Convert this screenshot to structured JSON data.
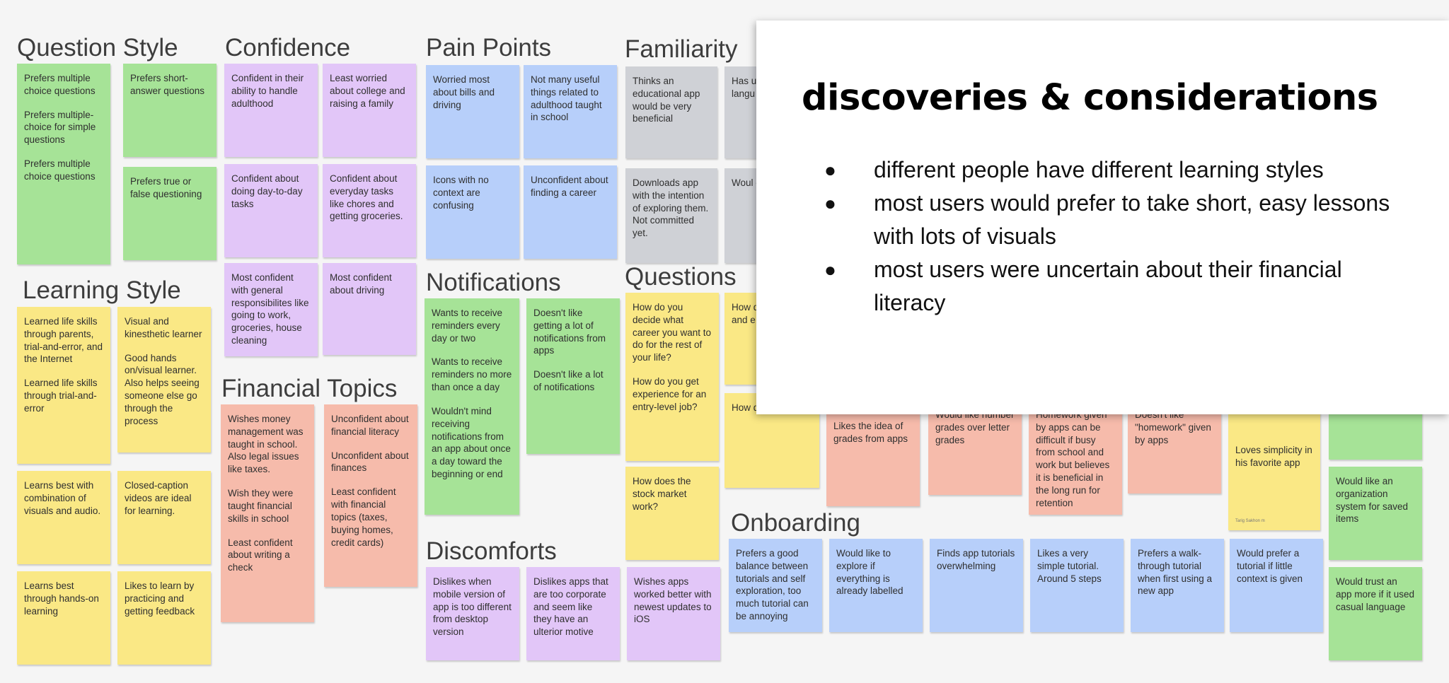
{
  "board": {
    "headings": {
      "question_style": "Question Style",
      "confidence": "Confidence",
      "pain_points": "Pain Points",
      "familiarity": "Familiarity",
      "learning_style": "Learning Style",
      "notifications": "Notifications",
      "questions": "Questions",
      "financial_topics": "Financial Topics",
      "discomforts": "Discomforts",
      "onboarding": "Onboarding"
    },
    "question_style": [
      [
        "Prefers multiple choice questions",
        "Prefers multiple-choice for simple questions",
        "Prefers multiple choice questions"
      ],
      [
        "Prefers short-answer questions"
      ],
      [
        "Prefers true or false questioning"
      ]
    ],
    "confidence": [
      [
        "Confident in their ability to handle adulthood"
      ],
      [
        "Least worried about college and raising a family"
      ],
      [
        "Confident about doing day-to-day tasks"
      ],
      [
        "Confident about everyday tasks like chores and getting groceries."
      ],
      [
        "Most confident with general responsibilites like going to work, groceries, house cleaning"
      ],
      [
        "Most confident about driving"
      ]
    ],
    "pain_points": [
      [
        "Worried most about bills and driving"
      ],
      [
        "Not many useful things related to adulthood taught in school"
      ],
      [
        "Icons with no context are confusing"
      ],
      [
        "Unconfident about finding a career"
      ]
    ],
    "familiarity": [
      [
        "Thinks an educational app would be very beneficial"
      ],
      [
        "Has u educ to lea langu"
      ],
      [
        "Downloads app with the intention of exploring them. Not committed yet."
      ],
      [
        "Woul educ felt g"
      ]
    ],
    "learning_style": [
      [
        "Learned life skills through parents, trial-and-error, and the Internet",
        "Learned life skills through trial-and-error"
      ],
      [
        "Visual and kinesthetic learner",
        "Good hands on/visual learner. Also helps seeing someone else go through the process"
      ],
      [
        "Learns best with combination of visuals and audio."
      ],
      [
        "Closed-caption videos are ideal for learning."
      ],
      [
        "Learns best through hands-on learning"
      ],
      [
        "Likes to learn by practicing and getting feedback"
      ]
    ],
    "notifications": [
      [
        "Wants to receive reminders every day or two",
        "Wants to receive reminders no more than once a day",
        "Wouldn't mind receiving notifications from an app about once a day toward the beginning or end"
      ],
      [
        "Doesn't like getting a lot of notifications from apps",
        "Doesn't like a lot of notifications"
      ]
    ],
    "questions": [
      [
        "How do you decide what career you want to do for the rest of your life?",
        "How do you get experience for an entry-level job?"
      ],
      [
        "How does the stock market work?"
      ],
      [
        "How d more globa and e"
      ],
      [
        "How d Roth IRA?"
      ]
    ],
    "financial_topics": [
      [
        "Wishes money management was taught in school. Also legal issues like taxes.",
        "Wish they were taught financial skills in school",
        "Least confident about writing a check"
      ],
      [
        "Unconfident about financial literacy",
        "Unconfident about finances",
        "Least confident with financial topics (taxes, buying homes, credit cards)"
      ]
    ],
    "discomforts": [
      [
        "Dislikes when mobile version of app is too different from desktop version"
      ],
      [
        "Dislikes apps that are too corporate and seem like they have an ulterior motive"
      ],
      [
        "Wishes apps worked better with newest updates to iOS"
      ]
    ],
    "middle_row": [
      [
        "Likes the idea of grades from apps"
      ],
      [
        "Would like number grades over letter grades"
      ],
      [
        "Homework given by apps can be difficult if busy from school and work but believes it is beneficial in the long run for retention"
      ],
      [
        "Doesn't like \"homework\" given by apps"
      ],
      [
        "Loves simplicity in his favorite app"
      ]
    ],
    "tiny_signature": "Tarig Sakhon m",
    "onboarding": [
      [
        "Prefers a good balance between tutorials and self exploration, too much tutorial can be annoying"
      ],
      [
        "Would like to explore if everything is already labelled"
      ],
      [
        "Finds app tutorials overwhelming"
      ],
      [
        "Likes a very simple tutorial. Around 5 steps"
      ],
      [
        "Prefers a walk-through tutorial when first using a new app"
      ],
      [
        "Would prefer a tutorial if little context is given"
      ]
    ],
    "right_column": [
      [
        "Would like an organization system for saved items"
      ],
      [
        "Would trust an app more if it used casual language"
      ]
    ]
  },
  "card": {
    "title": "discoveries & considerations",
    "bullet_symbol": "●",
    "bullets": [
      "different people have different learning styles",
      "most users would prefer to take short, easy lessons with lots of visuals",
      "most users were uncertain about their financial literacy"
    ]
  },
  "colors": {
    "green": "#a6e397",
    "yellow": "#fae885",
    "purple": "#e2c6f8",
    "blue": "#b7cffa",
    "gray": "#cfd1d6",
    "salmon": "#f6bbab"
  }
}
